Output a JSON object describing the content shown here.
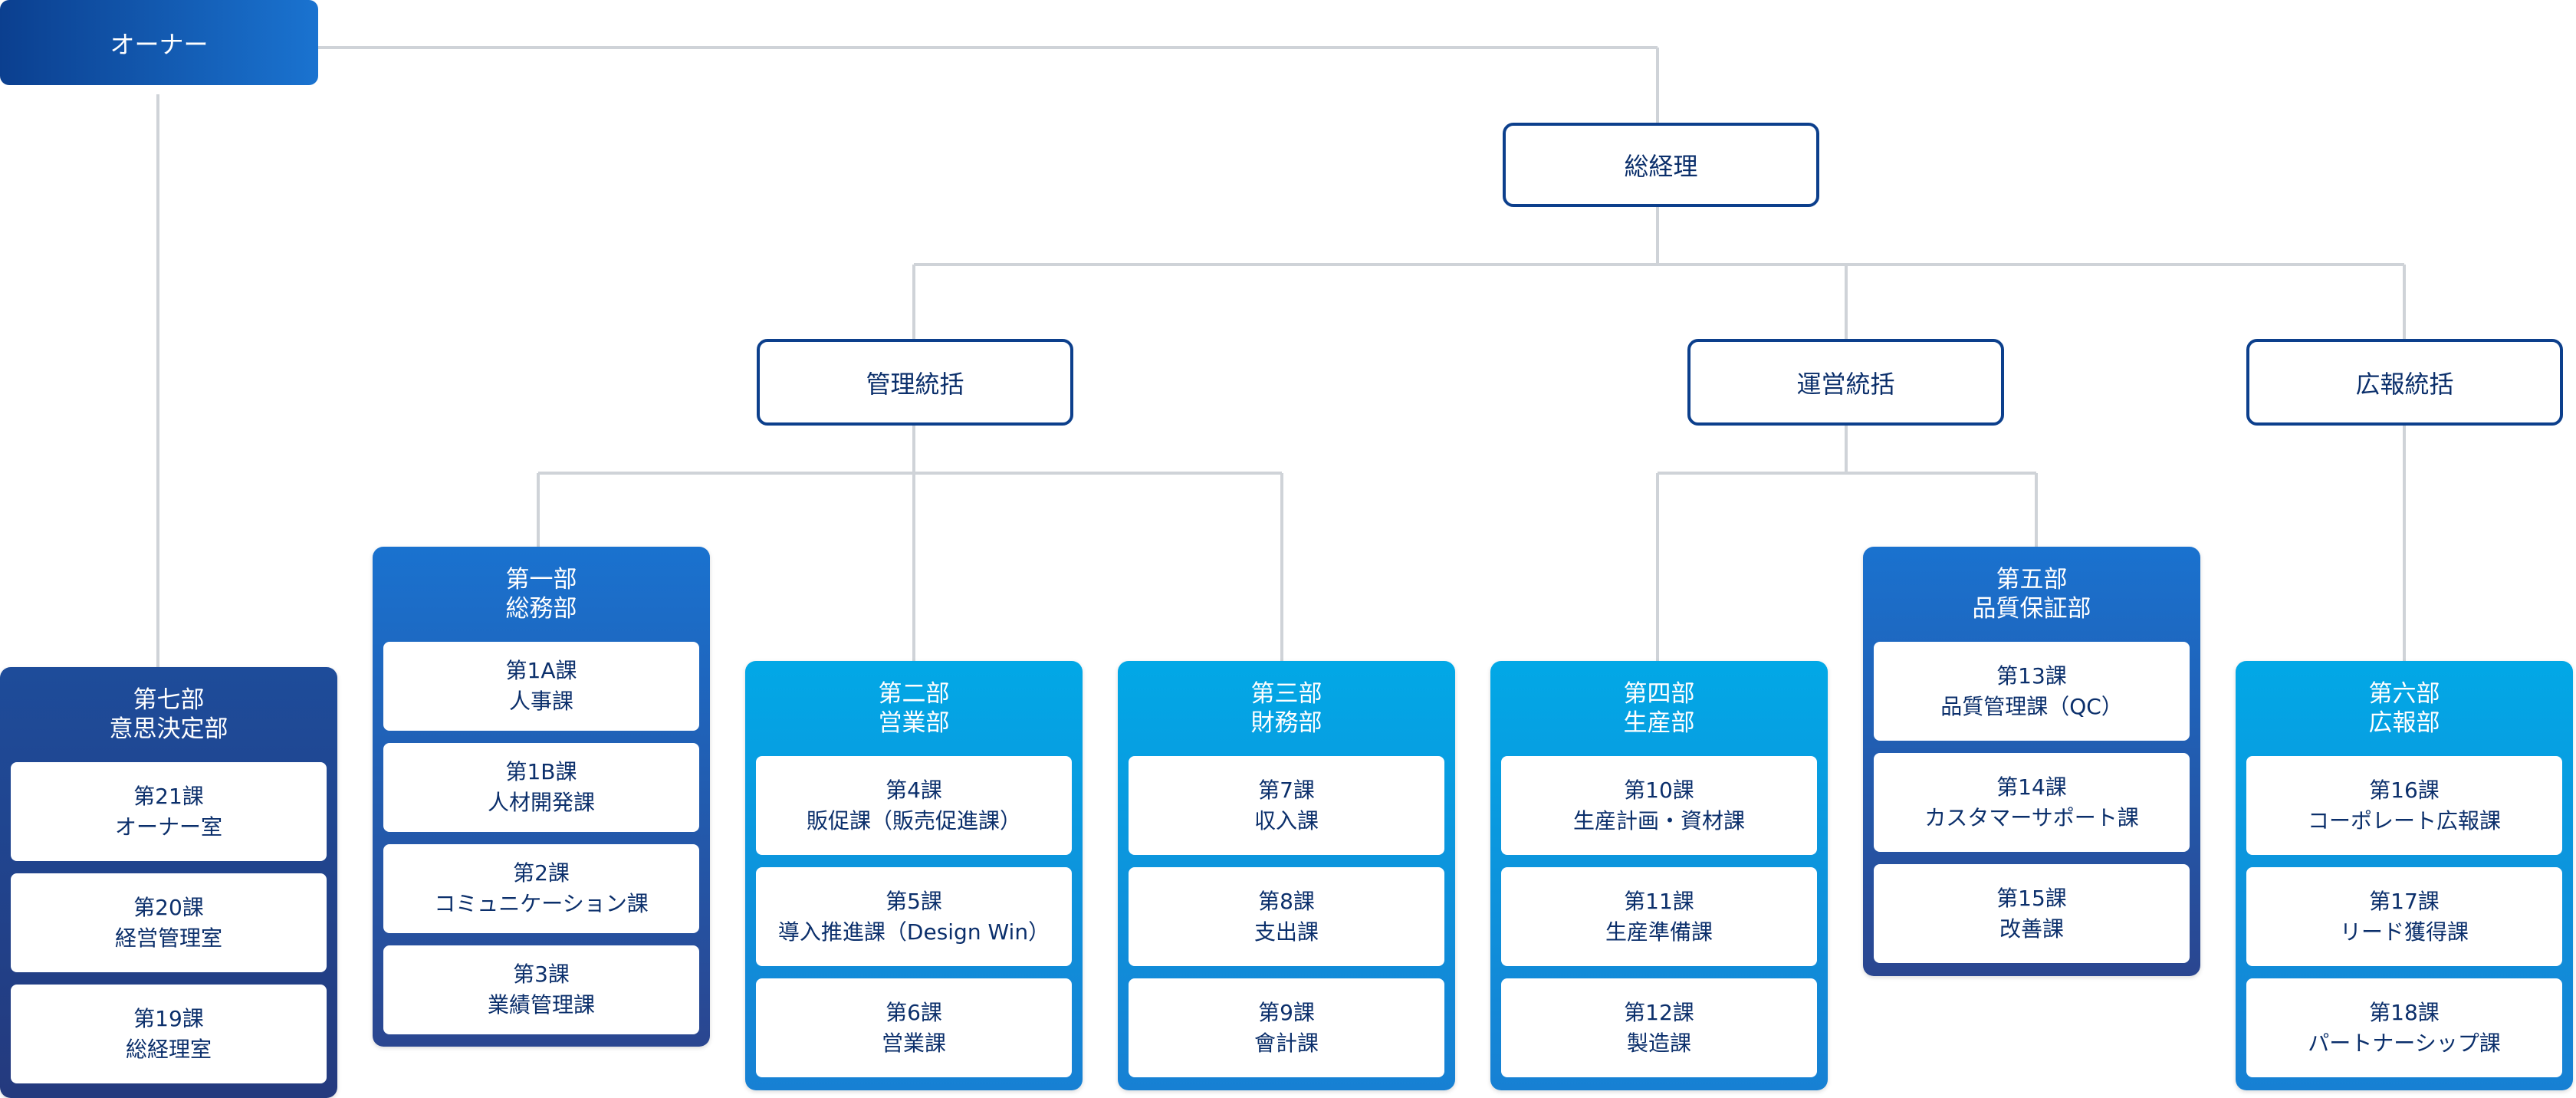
{
  "owner": "オーナー",
  "gm": "総経理",
  "divisions": {
    "management": "管理統括",
    "operations": "運営統括",
    "pr": "広報統括"
  },
  "departments": {
    "d1": {
      "name1": "第一部",
      "name2": "総務部",
      "sections": [
        {
          "code": "第1A課",
          "name": "人事課"
        },
        {
          "code": "第1B課",
          "name": "人材開発課"
        },
        {
          "code": "第2課",
          "name": "コミュニケーション課"
        },
        {
          "code": "第3課",
          "name": "業績管理課"
        }
      ]
    },
    "d2": {
      "name1": "第二部",
      "name2": "営業部",
      "sections": [
        {
          "code": "第4課",
          "name": "販促課（販売促進課）"
        },
        {
          "code": "第5課",
          "name": "導入推進課（Design Win）"
        },
        {
          "code": "第6課",
          "name": "営業課"
        }
      ]
    },
    "d3": {
      "name1": "第三部",
      "name2": "財務部",
      "sections": [
        {
          "code": "第7課",
          "name": "収入課"
        },
        {
          "code": "第8課",
          "name": "支出課"
        },
        {
          "code": "第9課",
          "name": "會計課"
        }
      ]
    },
    "d4": {
      "name1": "第四部",
      "name2": "生産部",
      "sections": [
        {
          "code": "第10課",
          "name": "生産計画・資材課"
        },
        {
          "code": "第11課",
          "name": "生産準備課"
        },
        {
          "code": "第12課",
          "name": "製造課"
        }
      ]
    },
    "d5": {
      "name1": "第五部",
      "name2": "品質保証部",
      "sections": [
        {
          "code": "第13課",
          "name": "品質管理課（QC）"
        },
        {
          "code": "第14課",
          "name": "カスタマーサポート課"
        },
        {
          "code": "第15課",
          "name": "改善課"
        }
      ]
    },
    "d6": {
      "name1": "第六部",
      "name2": "広報部",
      "sections": [
        {
          "code": "第16課",
          "name": "コーポレート広報課"
        },
        {
          "code": "第17課",
          "name": "リード獲得課"
        },
        {
          "code": "第18課",
          "name": "パートナーシップ課"
        }
      ]
    },
    "d7": {
      "name1": "第七部",
      "name2": "意思決定部",
      "sections": [
        {
          "code": "第21課",
          "name": "オーナー室"
        },
        {
          "code": "第20課",
          "name": "経営管理室"
        },
        {
          "code": "第19課",
          "name": "総経理室"
        }
      ]
    }
  },
  "colors": {
    "navy": "#243a7e",
    "blue": "#1a72cf",
    "cyan": "#02a8e6",
    "line": "#cfd3d8"
  }
}
